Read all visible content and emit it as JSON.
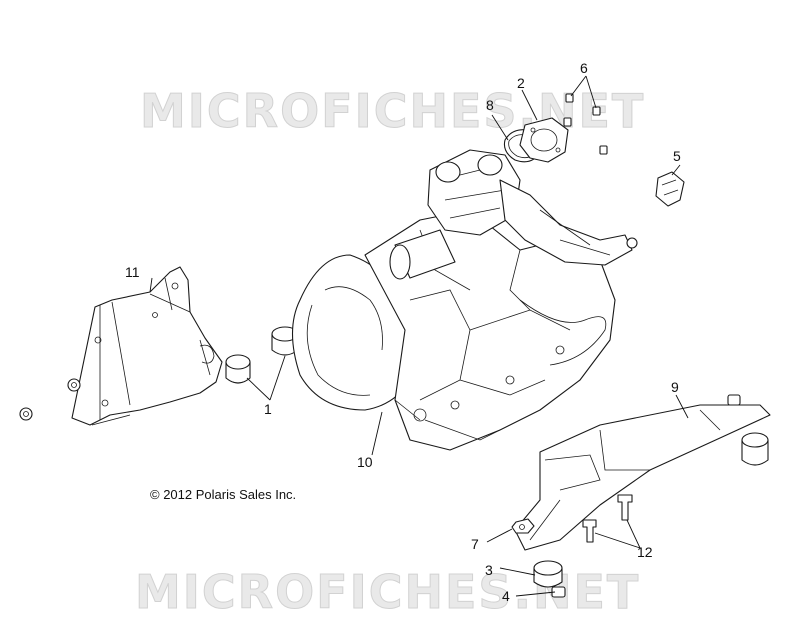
{
  "watermark": {
    "top": "MICROFICHES.NET",
    "bottom": "MICROFICHES.NET"
  },
  "copyright": "© 2012 Polaris Sales Inc.",
  "callouts": {
    "c1": "1",
    "c2": "2",
    "c3": "3",
    "c4": "4",
    "c5": "5",
    "c6": "6",
    "c7": "7",
    "c8": "8",
    "c9": "9",
    "c10": "10",
    "c11": "11",
    "c12": "12"
  }
}
